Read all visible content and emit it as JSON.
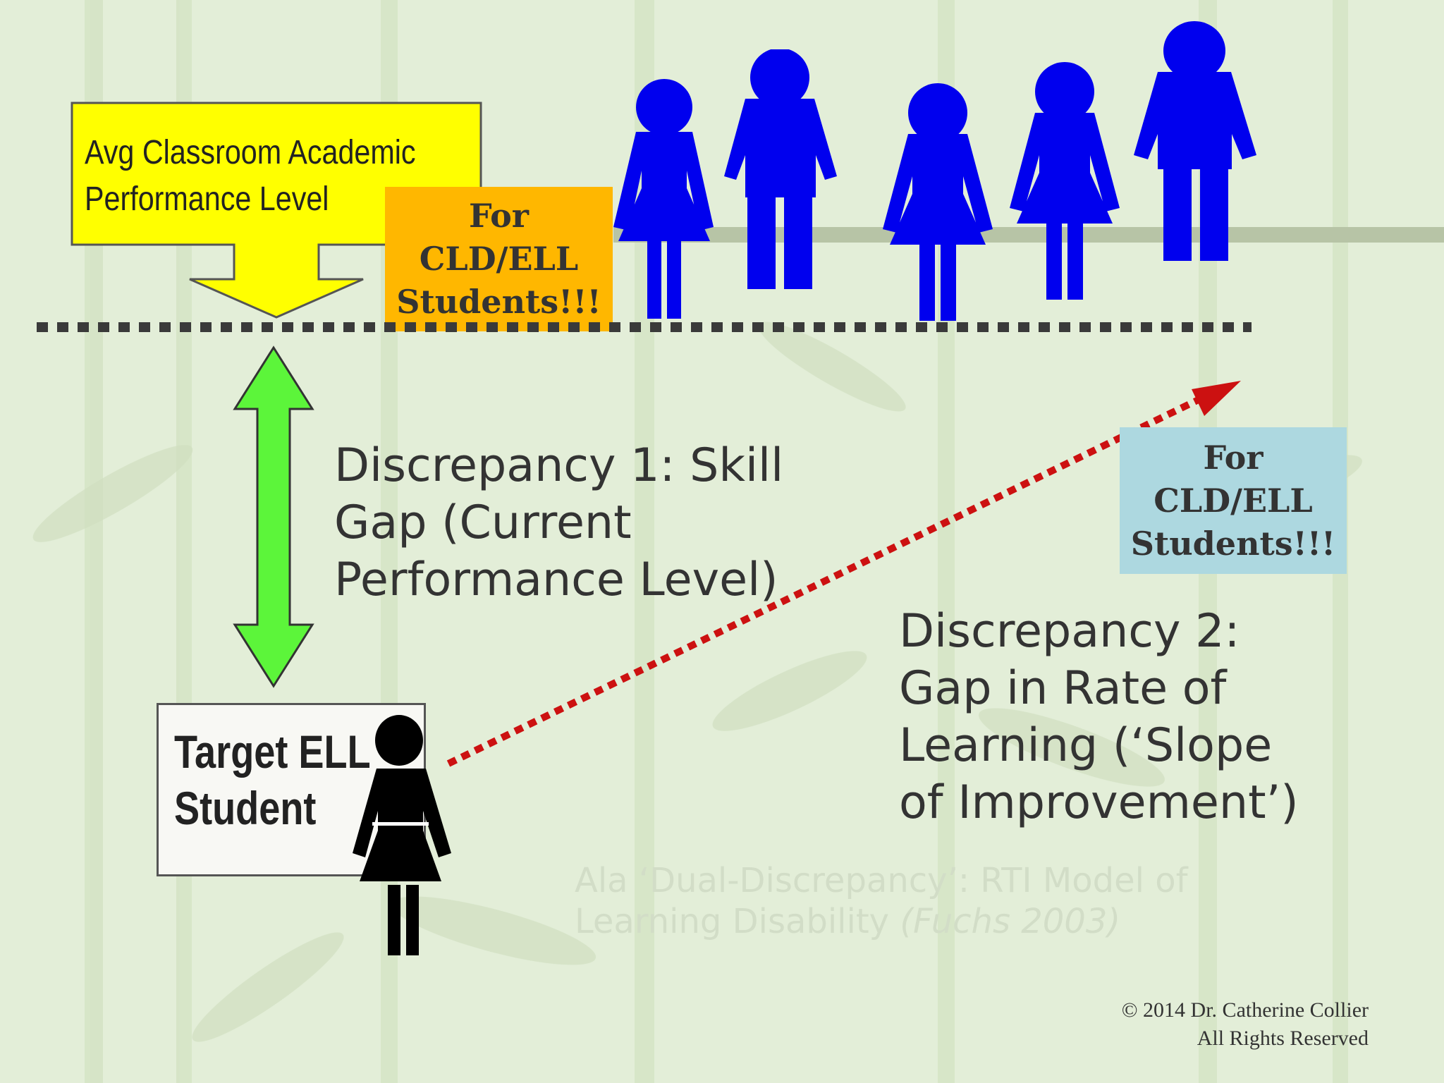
{
  "callout": {
    "line1": "Avg Classroom Academic",
    "line2": "Performance Level"
  },
  "badge_top": {
    "line1": "For",
    "line2": "CLD/ELL",
    "line3": "Students!!!",
    "color": "#ffb700"
  },
  "badge_right": {
    "line1": "For",
    "line2": "CLD/ELL",
    "line3": "Students!!!",
    "color": "#add8e0"
  },
  "discrepancy1": {
    "line1": "Discrepancy 1: Skill",
    "line2": "Gap (Current",
    "line3": "Performance Level)"
  },
  "discrepancy2": {
    "line1": "Discrepancy 2:",
    "line2": "Gap in Rate of",
    "line3": "Learning (‘Slope",
    "line4": "of Improvement’)"
  },
  "target": {
    "line1": "Target ELL",
    "line2": "Student"
  },
  "citation": {
    "line1": "Ala ‘Dual-Discrepancy’: RTI Model of",
    "line2_plain": "Learning Disability ",
    "line2_italic": "(Fuchs 2003)"
  },
  "copyright": {
    "line1": "© 2014 Dr. Catherine Collier",
    "line2": "All Rights Reserved"
  },
  "colors": {
    "background": "#e3eed8",
    "callout_fill": "#ffff00",
    "peer_figures": "#0000ee",
    "gap_arrow": "#5cf53a",
    "slope_arrow": "#cc1111",
    "target_figure": "#000000"
  },
  "icons": {
    "peers": [
      "girl-figure-icon",
      "boy-figure-icon",
      "girl-figure-icon",
      "girl-figure-icon",
      "boy-figure-icon"
    ],
    "target": "girl-figure-icon"
  }
}
